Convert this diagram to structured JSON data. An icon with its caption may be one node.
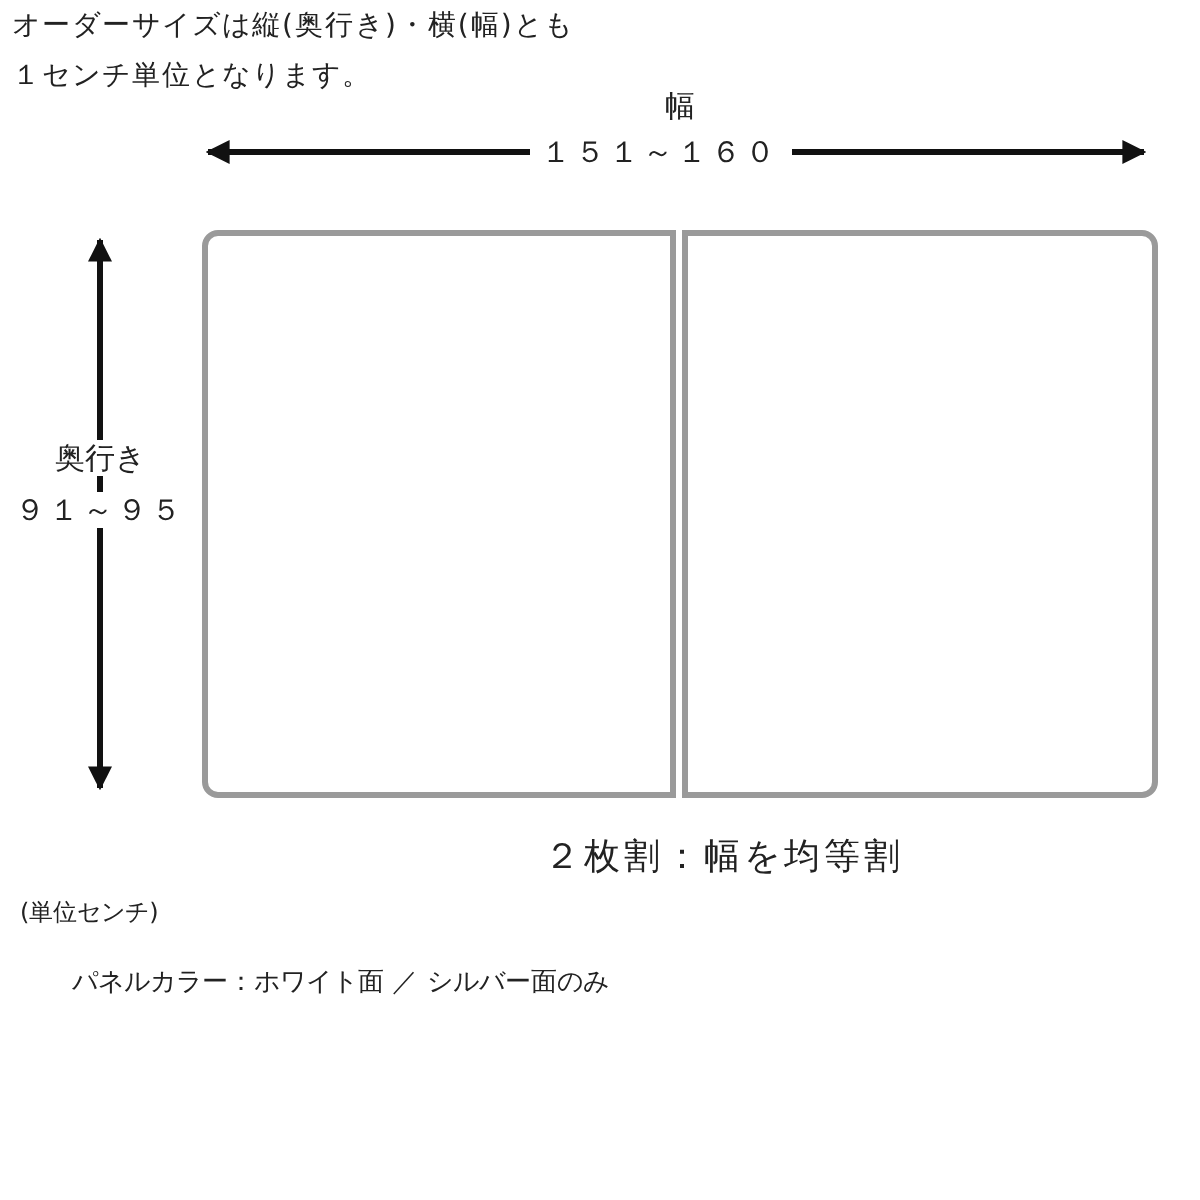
{
  "diagram": {
    "nodes": [
      {
        "text": [],
        "shape": "box"
      },
      {
        "text": [],
        "shape": "box"
      }
    ],
    "edges": [],
    "labels": [
      "オーダーサイズは縦(奥行き)・横(幅)とも",
      "１センチ単位となります。",
      "幅",
      "１５１～１６０",
      "奥行き",
      "９１～９５",
      "２枚割：幅を均等割",
      "(単位センチ)",
      "パネルカラー：ホワイト面 ／ シルバー面のみ"
    ]
  }
}
